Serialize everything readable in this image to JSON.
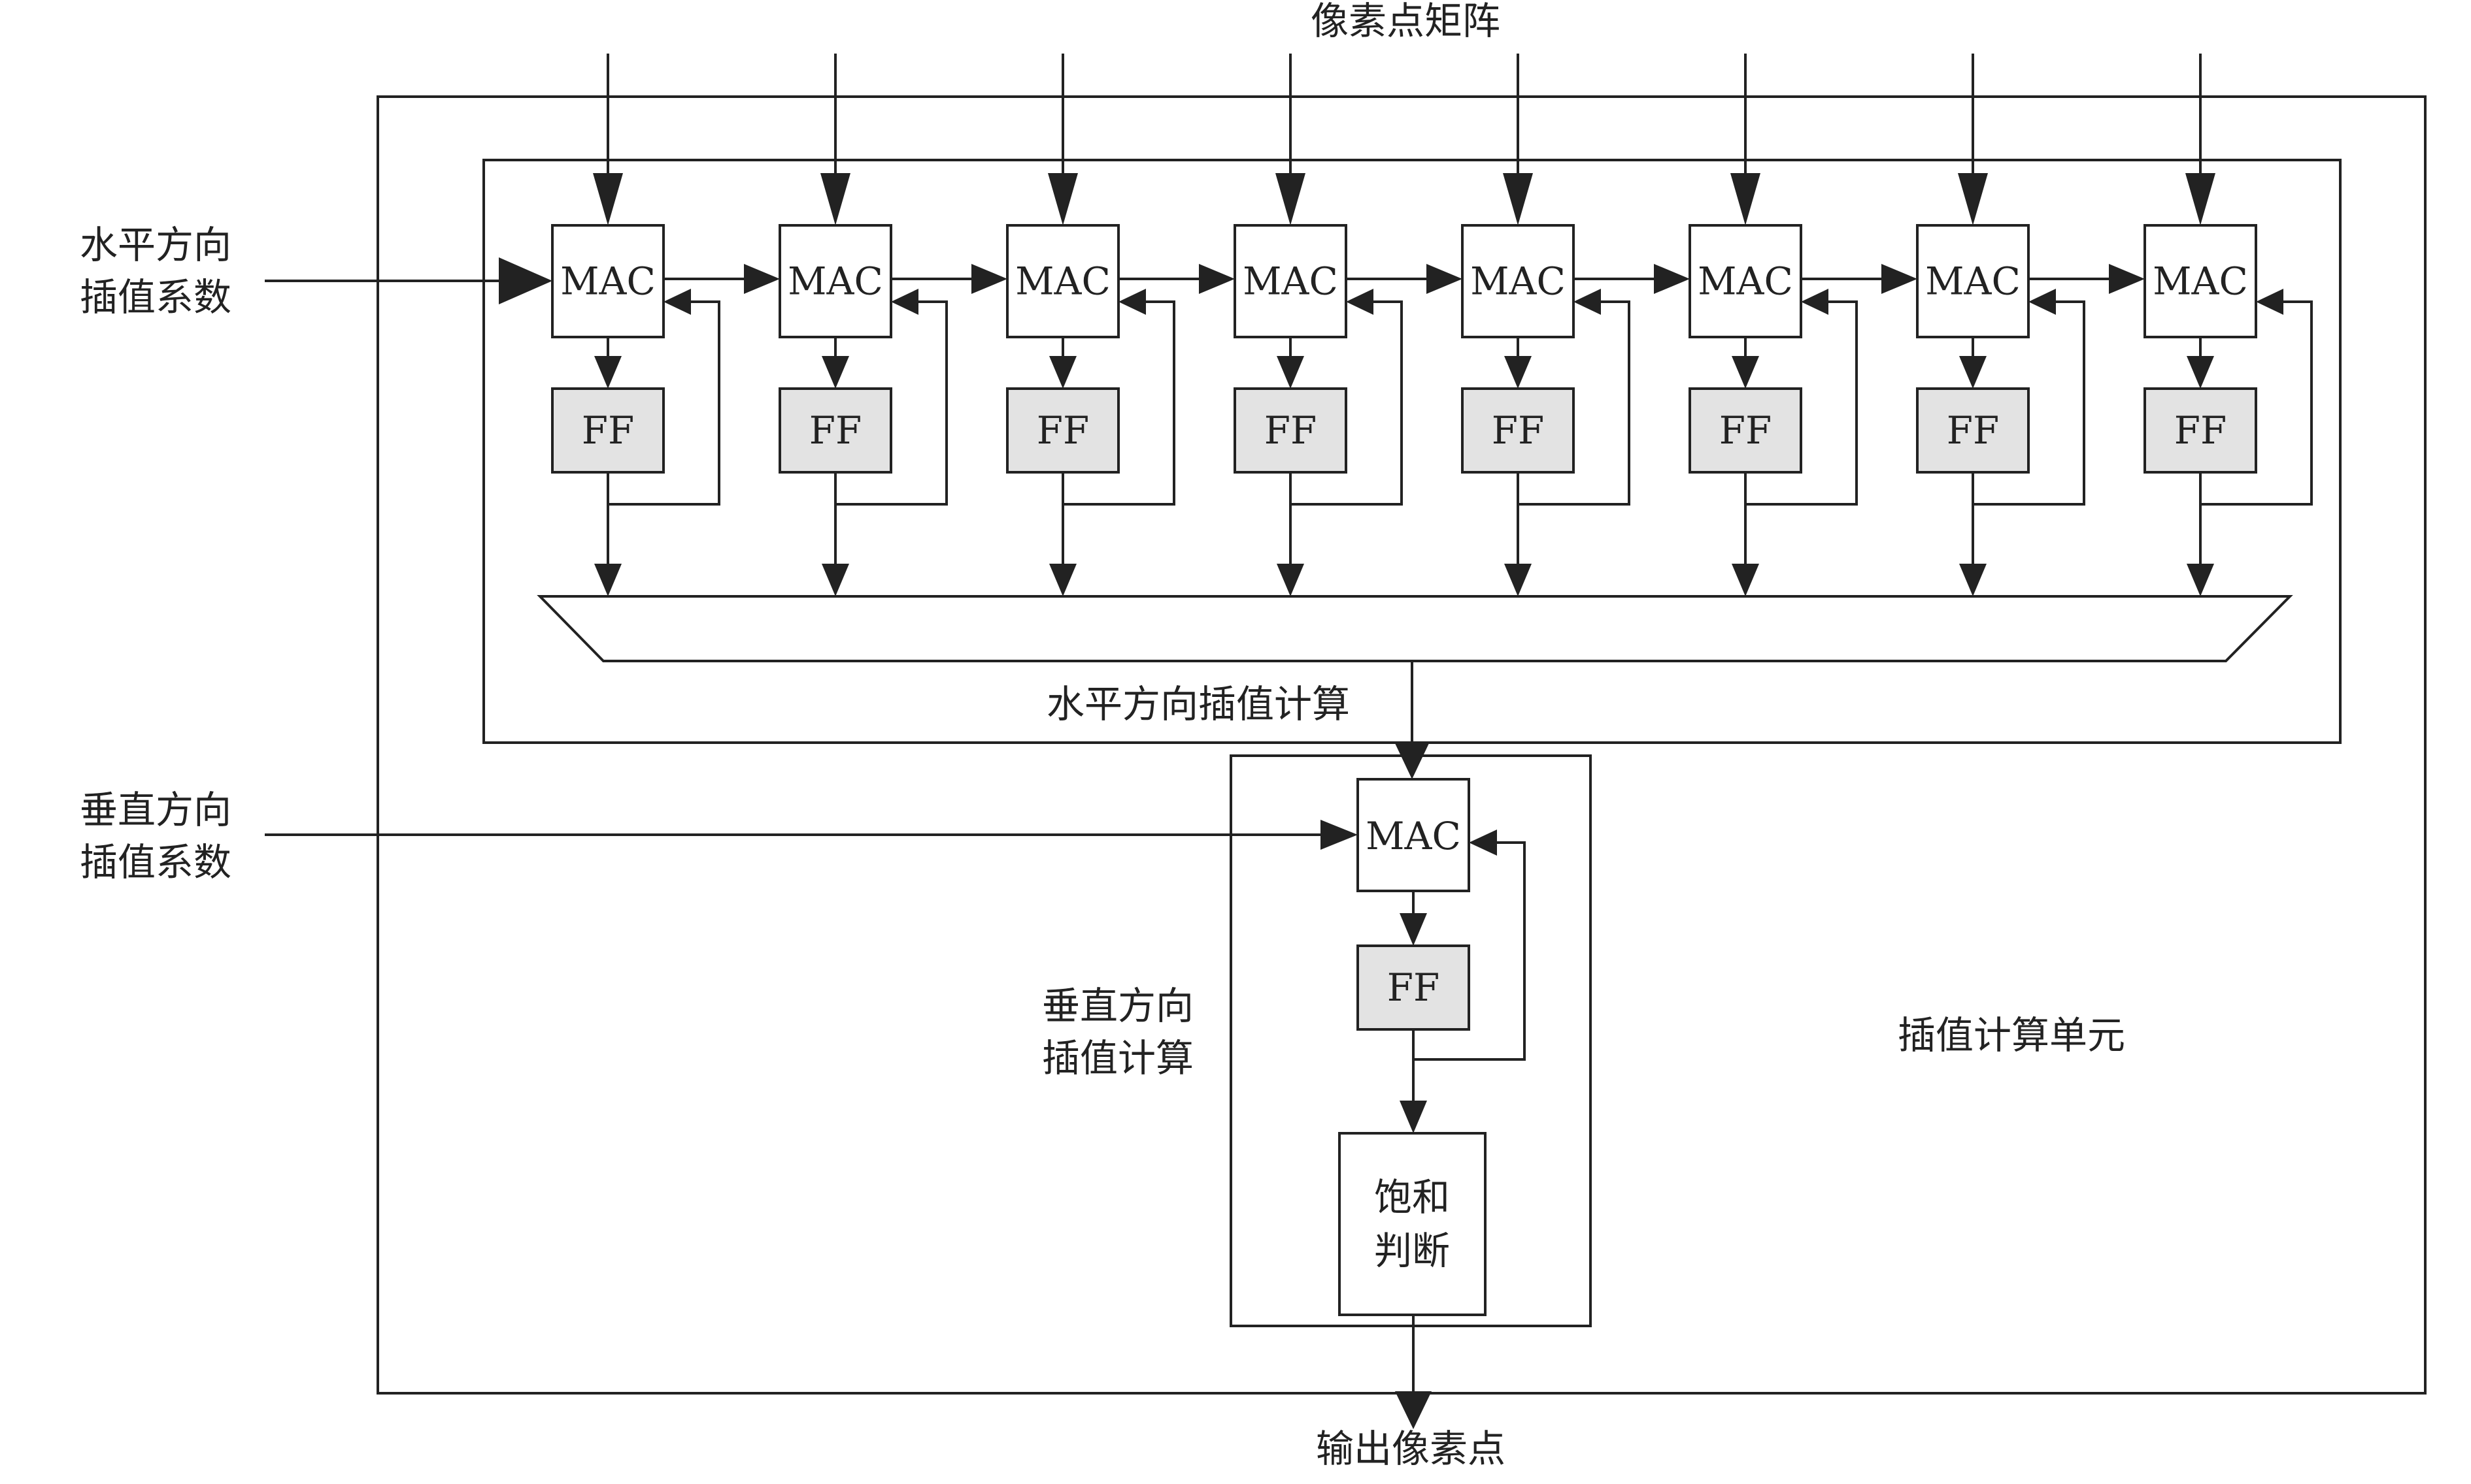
{
  "top_input_label": "像素点矩阵",
  "output_label": "输出像素点",
  "horizontal_coeff_label": [
    "水平方向",
    "插值系数"
  ],
  "vertical_coeff_label": [
    "垂直方向",
    "插值系数"
  ],
  "horizontal_section_label": "水平方向插值计算",
  "vertical_section_label": [
    "垂直方向",
    "插值计算"
  ],
  "unit_label": "插值计算单元",
  "mac_label": "MAC",
  "ff_label": "FF",
  "saturation_label": [
    "饱和",
    "判断"
  ],
  "horizontal_stage_count": 8,
  "colors": {
    "stroke": "#222222",
    "ff_fill": "#e3e3e3",
    "box_fill": "#ffffff"
  }
}
